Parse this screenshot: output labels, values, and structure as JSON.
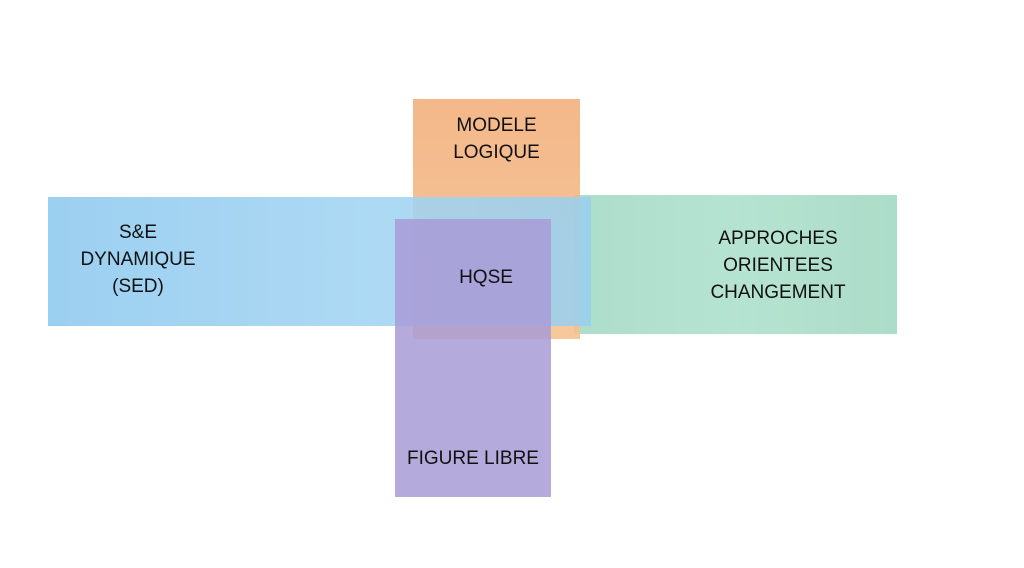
{
  "diagram": {
    "blocks": [
      {
        "id": "top",
        "lines": [
          "MODELE",
          "LOGIQUE"
        ],
        "color": "#f4b987"
      },
      {
        "id": "left",
        "lines": [
          "S&E",
          "DYNAMIQUE",
          "(SED)"
        ],
        "color": "#95cdef"
      },
      {
        "id": "center",
        "lines": [
          "HQSE"
        ],
        "color": "#7e7ab0"
      },
      {
        "id": "right",
        "lines": [
          "APPROCHES",
          "ORIENTEES",
          "CHANGEMENT"
        ],
        "color": "#abdec9"
      },
      {
        "id": "bottom",
        "lines": [
          "FIGURE LIBRE"
        ],
        "color": "#a89bd6"
      }
    ]
  }
}
